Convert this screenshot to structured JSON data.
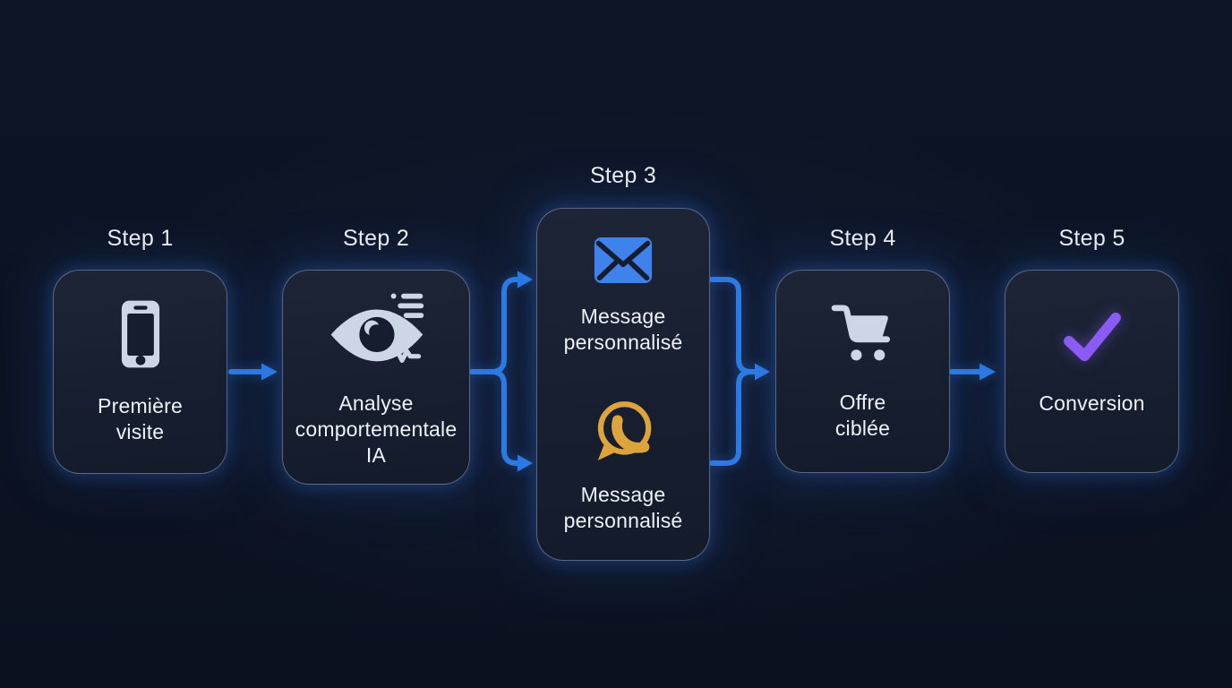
{
  "colors": {
    "background": "#0c1322",
    "card-bg": "#1a2234",
    "card-border": "#8498bc",
    "accent-blue": "#2e7de9",
    "envelope-blue": "#3f82ea",
    "whatsapp-gold": "#dda33c",
    "check-purple": "#8a5cf5",
    "icon-light": "#ccd6e4",
    "icon-dark": "#151d2e",
    "text": "#eef1f6"
  },
  "diagram": {
    "steps": [
      {
        "label": "Step 1",
        "items": [
          {
            "icon": "smartphone-icon",
            "text": "Première\nvisite"
          }
        ]
      },
      {
        "label": "Step 2",
        "items": [
          {
            "icon": "behavior-analysis-eye-icon",
            "text": "Analyse\ncomportementale\nIA"
          }
        ]
      },
      {
        "label": "Step 3",
        "items": [
          {
            "icon": "email-envelope-icon",
            "text": "Message\npersonnalisé"
          },
          {
            "icon": "whatsapp-icon",
            "text": "Message\npersonnalisé"
          }
        ]
      },
      {
        "label": "Step 4",
        "items": [
          {
            "icon": "shopping-cart-icon",
            "text": "Offre\nciblée"
          }
        ]
      },
      {
        "label": "Step 5",
        "items": [
          {
            "icon": "checkmark-icon",
            "text": "Conversion"
          }
        ]
      }
    ],
    "connectors": [
      {
        "name": "arrow-step1-step2"
      },
      {
        "name": "split-connector-step2-step3"
      },
      {
        "name": "merge-connector-step3-step4"
      },
      {
        "name": "arrow-step4-step5"
      }
    ]
  }
}
